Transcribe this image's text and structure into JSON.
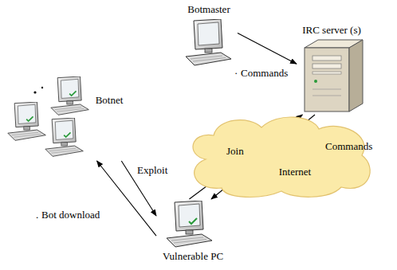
{
  "diagram": {
    "nodes": [
      {
        "text": [
          "Botmaster"
        ]
      },
      {
        "text": [
          "IRC server (s)"
        ]
      },
      {
        "text": [
          "Botnet"
        ]
      },
      {
        "text": [
          "Internet"
        ]
      },
      {
        "text": [
          "Vulnerable PC"
        ]
      }
    ],
    "edges": [
      {
        "from": 0,
        "to": 1,
        "arrow": "to",
        "label": "Commands"
      },
      {
        "from": 1,
        "to": 4,
        "arrow": "to",
        "label": "Commands"
      },
      {
        "from": 4,
        "to": 1,
        "arrow": "to",
        "label": "Join"
      },
      {
        "from": 2,
        "to": 4,
        "arrow": "to",
        "label": "Exploit"
      },
      {
        "from": 4,
        "to": 2,
        "arrow": "to",
        "label": "Bot download"
      }
    ],
    "labels": [
      "·",
      "."
    ]
  }
}
